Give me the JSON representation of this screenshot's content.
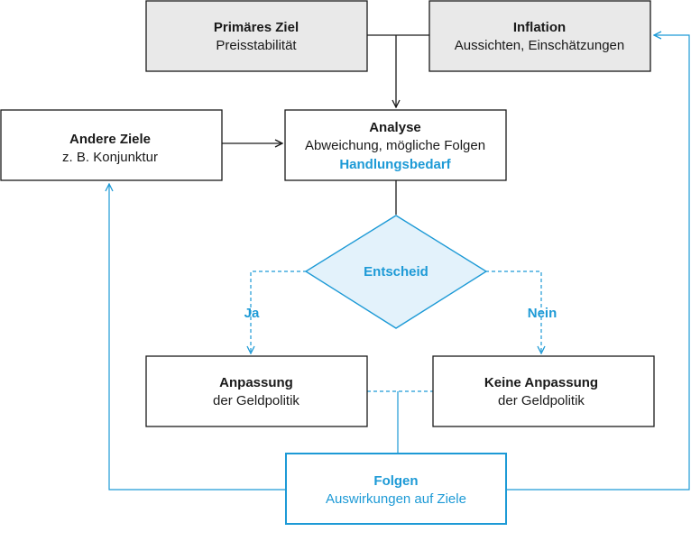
{
  "colors": {
    "accent": "#1d9ad6",
    "box_fill_grey": "#e9e9e9",
    "diamond_fill": "#e3f2fb",
    "stroke": "#1a1a1a"
  },
  "nodes": {
    "primary_goal": {
      "title": "Primäres Ziel",
      "subtitle": "Preisstabilität"
    },
    "inflation": {
      "title": "Inflation",
      "subtitle": "Aussichten, Einschätzungen"
    },
    "other_goals": {
      "title": "Andere Ziele",
      "subtitle": "z. B. Konjunktur"
    },
    "analysis": {
      "title": "Analyse",
      "subtitle": "Abweichung, mögliche Folgen",
      "highlight": "Handlungsbedarf"
    },
    "decision": {
      "title": "Entscheid"
    },
    "adjust": {
      "title": "Anpassung",
      "subtitle": "der Geldpolitik"
    },
    "no_adjust": {
      "title": "Keine Anpassung",
      "subtitle": "der Geldpolitik"
    },
    "consequences": {
      "title": "Folgen",
      "subtitle": "Auswirkungen auf Ziele"
    }
  },
  "edges": {
    "yes_label": "Ja",
    "no_label": "Nein"
  }
}
